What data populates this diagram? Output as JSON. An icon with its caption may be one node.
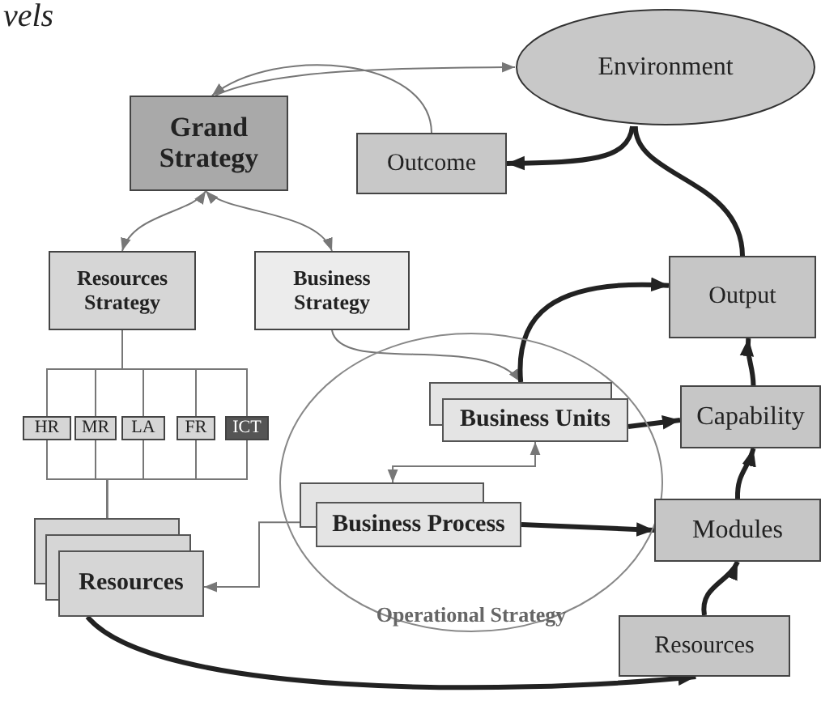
{
  "diagram": {
    "nodes": [
      {
        "text": [
          "Grand Strategy"
        ]
      },
      {
        "text": [
          "Environment"
        ]
      },
      {
        "text": [
          "Outcome"
        ]
      },
      {
        "text": [
          "Resources Strategy"
        ]
      },
      {
        "text": [
          "Business Strategy"
        ]
      },
      {
        "text": [
          "Output"
        ]
      },
      {
        "text": [
          "Operational Strategy"
        ]
      },
      {
        "text": [
          "HR"
        ]
      },
      {
        "text": [
          "MR"
        ]
      },
      {
        "text": [
          "LA"
        ]
      },
      {
        "text": [
          "FR"
        ]
      },
      {
        "text": [
          "ICT"
        ]
      },
      {
        "text": [
          "Business Units"
        ],
        "in": 6
      },
      {
        "text": [
          "Business Process"
        ],
        "in": 6
      },
      {
        "text": [
          "Capability"
        ]
      },
      {
        "text": [
          "Modules"
        ]
      },
      {
        "text": [
          "Resources"
        ]
      },
      {
        "text": [
          "Resources"
        ]
      }
    ],
    "edges": [
      {
        "from": 2,
        "to": 0,
        "arrow": "to"
      },
      {
        "from": 0,
        "to": 1,
        "arrow": "to"
      },
      {
        "from": 1,
        "to": 2,
        "arrow": "to",
        "style": "thick"
      },
      {
        "from": 5,
        "to": 1,
        "arrow": "none",
        "style": "thick"
      },
      {
        "from": 0,
        "to": 3,
        "arrow": "both"
      },
      {
        "from": 0,
        "to": 4,
        "arrow": "both"
      },
      {
        "from": 4,
        "to": 12,
        "arrow": "to"
      },
      {
        "from": 12,
        "to": 5,
        "arrow": "to",
        "style": "thick"
      },
      {
        "from": 12,
        "to": 14,
        "arrow": "to",
        "style": "thick"
      },
      {
        "from": 13,
        "to": 12,
        "arrow": "both"
      },
      {
        "from": 16,
        "to": 13,
        "arrow": "both"
      },
      {
        "from": 13,
        "to": 15,
        "arrow": "to",
        "style": "thick"
      },
      {
        "from": 14,
        "to": 5,
        "arrow": "to",
        "style": "thick"
      },
      {
        "from": 15,
        "to": 14,
        "arrow": "to",
        "style": "thick"
      },
      {
        "from": 17,
        "to": 15,
        "arrow": "to",
        "style": "thick"
      },
      {
        "from": 16,
        "to": 17,
        "arrow": "to",
        "style": "thick"
      },
      {
        "from": 3,
        "to": 7,
        "arrow": "none"
      },
      {
        "from": 3,
        "to": 8,
        "arrow": "none"
      },
      {
        "from": 3,
        "to": 9,
        "arrow": "none"
      },
      {
        "from": 3,
        "to": 10,
        "arrow": "none"
      },
      {
        "from": 3,
        "to": 11,
        "arrow": "none"
      },
      {
        "from": 7,
        "to": 16,
        "arrow": "none"
      },
      {
        "from": 8,
        "to": 16,
        "arrow": "none"
      },
      {
        "from": 9,
        "to": 16,
        "arrow": "none"
      },
      {
        "from": 10,
        "to": 16,
        "arrow": "none"
      },
      {
        "from": 11,
        "to": 16,
        "arrow": "none"
      }
    ],
    "labels": [
      "vels"
    ]
  }
}
